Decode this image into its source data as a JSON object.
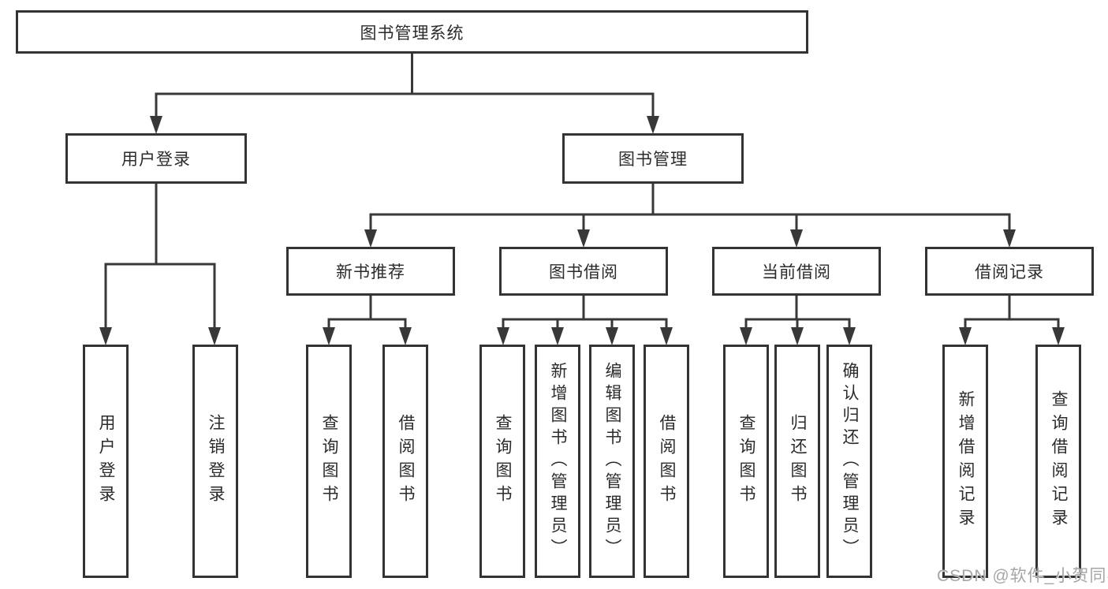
{
  "tree": {
    "root": {
      "label": "图书管理系统"
    },
    "user_login": {
      "label": "用户登录",
      "children": [
        {
          "label": "用户登录"
        },
        {
          "label": "注销登录"
        }
      ]
    },
    "book_management": {
      "label": "图书管理",
      "sections": [
        {
          "label": "新书推荐",
          "children": [
            {
              "label": "查询图书"
            },
            {
              "label": "借阅图书"
            }
          ]
        },
        {
          "label": "图书借阅",
          "children": [
            {
              "label": "查询图书"
            },
            {
              "label": "新增图书（管理员）"
            },
            {
              "label": "编辑图书（管理员）"
            },
            {
              "label": "借阅图书"
            }
          ]
        },
        {
          "label": "当前借阅",
          "children": [
            {
              "label": "查询图书"
            },
            {
              "label": "归还图书"
            },
            {
              "label": "确认归还（管理员）"
            }
          ]
        },
        {
          "label": "借阅记录",
          "children": [
            {
              "label": "新增借阅记录"
            },
            {
              "label": "查询借阅记录"
            }
          ]
        }
      ]
    }
  },
  "watermark": {
    "text": "CSDN @软件_小贺同学"
  },
  "colors": {
    "line": "#383838",
    "text": "#2b2b2b",
    "background": "#ffffff",
    "watermark": "#a6a6a6"
  }
}
